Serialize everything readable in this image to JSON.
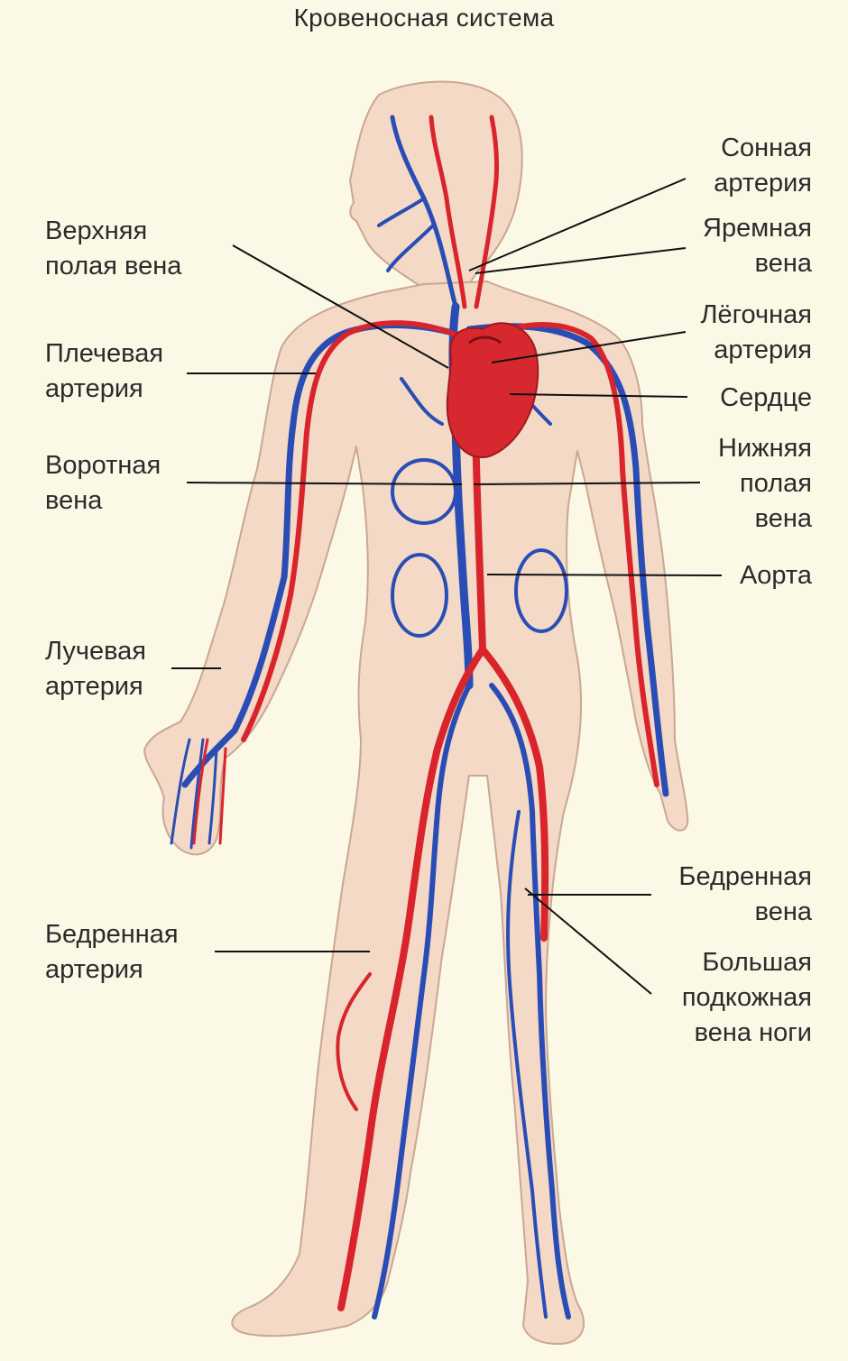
{
  "title": "Кровеносная система",
  "colors": {
    "background": "#fbf9e6",
    "skin": "#f3d9c6",
    "skin_outline": "#c9a793",
    "artery": "#d9242c",
    "vein": "#2a4db5",
    "heart": "#d8282f",
    "leader_line": "#111111"
  },
  "labels": {
    "carotid_artery": "Сонная\nартерия",
    "jugular_vein": "Яремная\nвена",
    "superior_vena_cava": "Верхняя\nполая вена",
    "pulmonary_artery": "Лёгочная\nартерия",
    "brachial_artery": "Плечевая\nартерия",
    "heart": "Сердце",
    "portal_vein": "Воротная\nвена",
    "inferior_vena_cava": "Нижняя\nполая\nвена",
    "aorta": "Аорта",
    "radial_artery": "Лучевая\nартерия",
    "femoral_vein": "Бедренная\nвена",
    "femoral_artery": "Бедренная\nартерия",
    "great_saphenous_vein": "Большая\nподкожная\nвена ноги"
  }
}
